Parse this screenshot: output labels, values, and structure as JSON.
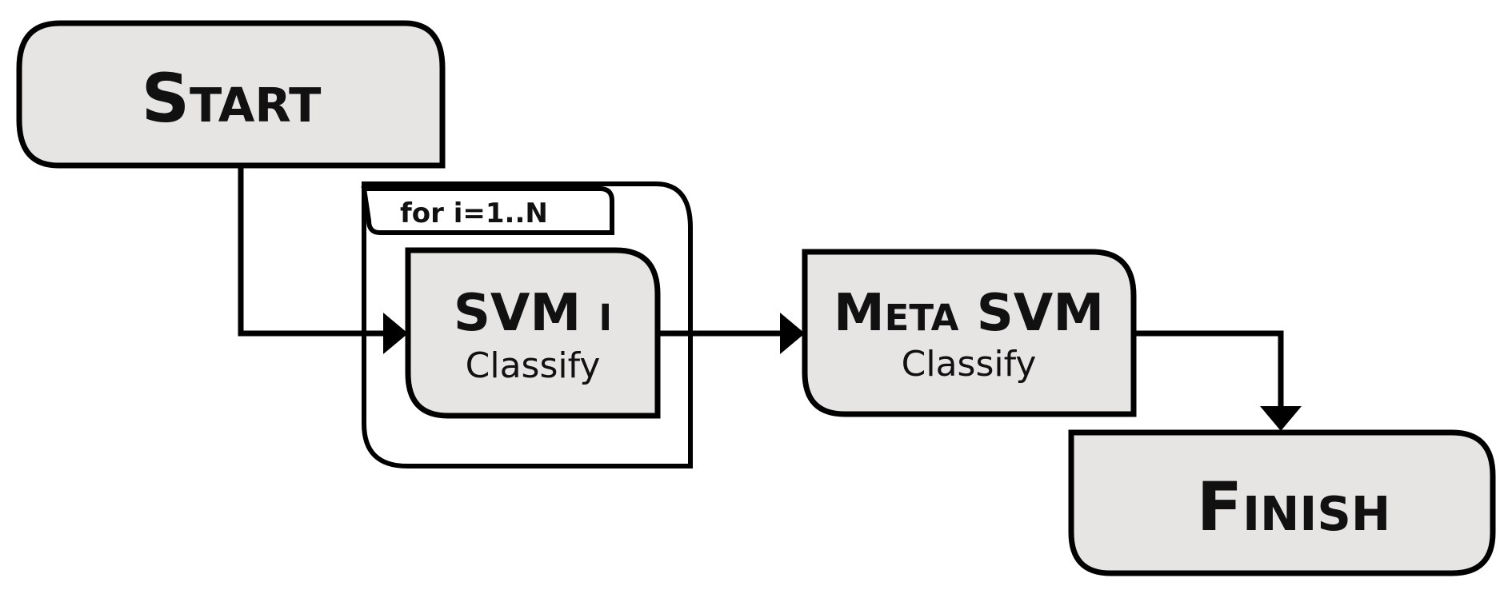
{
  "nodes": {
    "start": {
      "label": "Start"
    },
    "loop": {
      "label": "for i=1..N"
    },
    "svm_i": {
      "title": "SVM i",
      "subtitle": "Classify"
    },
    "meta_svm": {
      "title": "Meta SVM",
      "subtitle": "Classify"
    },
    "finish": {
      "label": "Finish"
    }
  },
  "edges": [
    {
      "from": "start",
      "to": "svm_i"
    },
    {
      "from": "svm_i",
      "to": "meta_svm"
    },
    {
      "from": "meta_svm",
      "to": "finish"
    }
  ],
  "colors": {
    "box_fill": "#e6e5e4",
    "stroke": "#000000",
    "background": "#ffffff"
  }
}
